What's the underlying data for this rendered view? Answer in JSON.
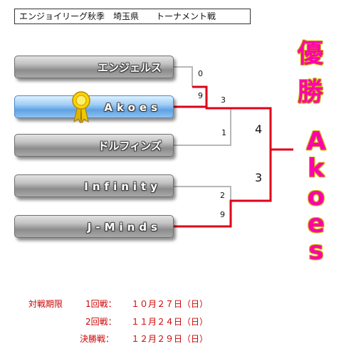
{
  "title": "エンジョイリーグ秋季　埼玉県　　トーナメント戦",
  "teams": [
    {
      "name": "エンジェルス"
    },
    {
      "name": "Akoes"
    },
    {
      "name": "ドルフィンズ"
    },
    {
      "name": "Infinity"
    },
    {
      "name": "J-Minds"
    }
  ],
  "scores": {
    "r1_angels": "0",
    "r1_akoes": "9",
    "r2_akoes": "3",
    "r2_dolphins": "1",
    "r1_infinity": "2",
    "r1_jminds": "9",
    "semi_top": "4",
    "semi_bottom": "3"
  },
  "champion": {
    "label_1": "優",
    "label_2": "勝",
    "letters": [
      "A",
      "k",
      "o",
      "e",
      "s"
    ]
  },
  "schedule": {
    "heading": "対戦期限",
    "rows": [
      {
        "round": "1回戦：",
        "date": "１０月２７日（日）"
      },
      {
        "round": "2回戦：",
        "date": "１１月２４日（日）"
      },
      {
        "round": "決勝戦：",
        "date": "１２月２９日（日）"
      }
    ]
  },
  "colors": {
    "winner_line": "#e0001a",
    "loser_line": "#b8b8b8",
    "champion_text": "#ff00aa"
  },
  "icons": {
    "medal": "ribbon-medal-icon"
  }
}
